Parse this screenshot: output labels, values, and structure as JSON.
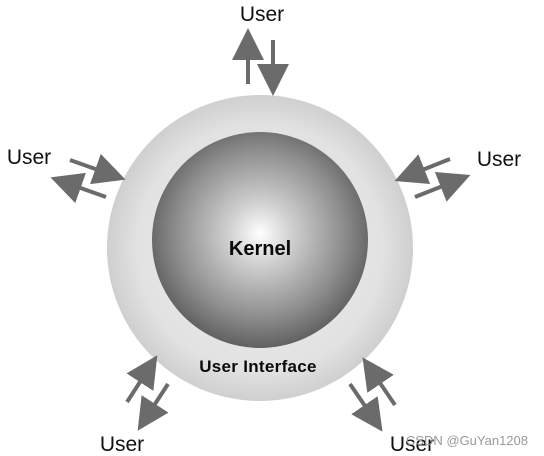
{
  "diagram": {
    "kernel_label": "Kernel",
    "interface_label": "User Interface",
    "users": [
      {
        "label": "User"
      },
      {
        "label": "User"
      },
      {
        "label": "User"
      },
      {
        "label": "User"
      },
      {
        "label": "User"
      }
    ],
    "watermark": "CSDN @GuYan1208"
  },
  "colors": {
    "outer_ring": "#dcdcdc",
    "kernel_center": "#ffffff",
    "kernel_edge": "#6a6a6a",
    "arrow": "#6b6b6b"
  }
}
